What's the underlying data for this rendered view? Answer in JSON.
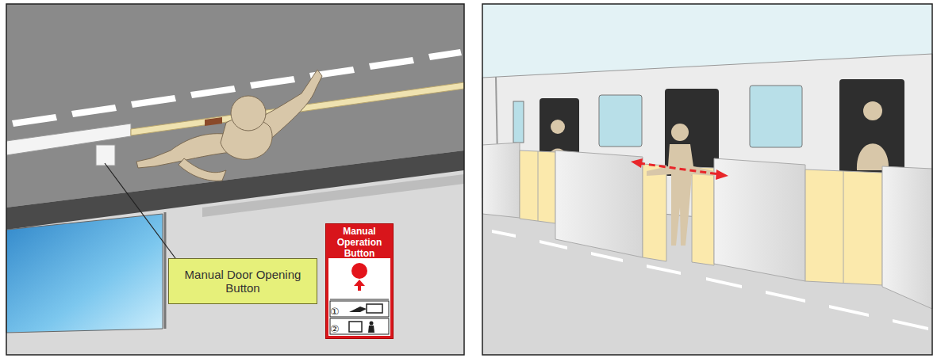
{
  "diagram": {
    "nodes": [
      {
        "text": [
          "Manual Door Opening Button"
        ]
      },
      {
        "text": [
          "Manual Operation Button"
        ]
      }
    ],
    "labels": [
      "①",
      "②"
    ]
  }
}
